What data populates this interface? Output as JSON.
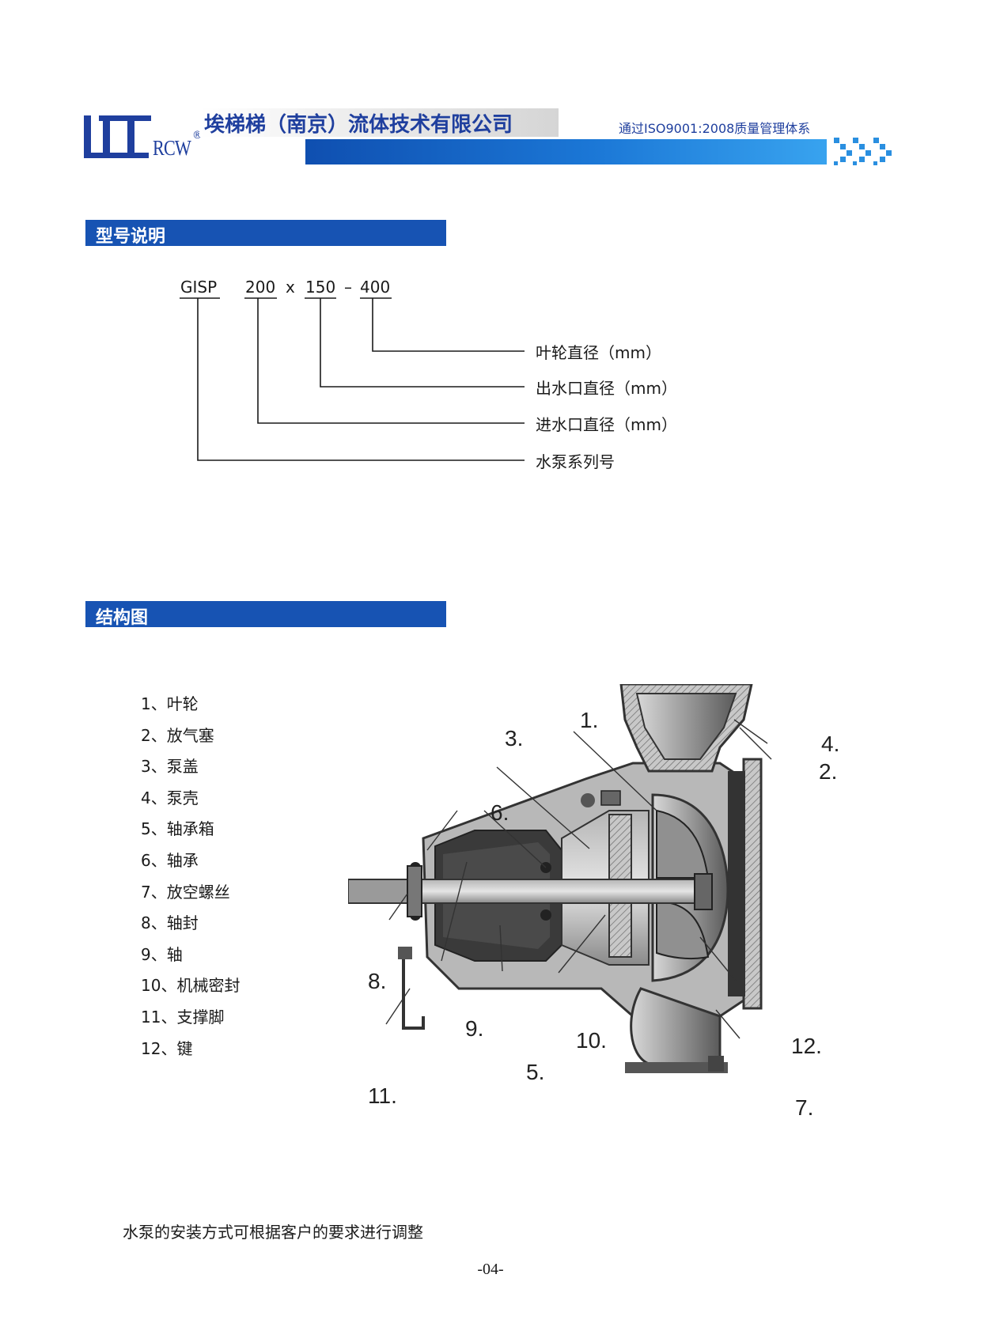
{
  "header": {
    "logo_text": "RCW",
    "logo_reg": "®",
    "company_name": "埃梯梯（南京）流体技术有限公司",
    "iso_text": "通过ISO9001:2008质量管理体系"
  },
  "model_section": {
    "title": "型号说明",
    "code": {
      "series": "GISP",
      "inlet": "200",
      "x": "x",
      "outlet": "150",
      "dash": "–",
      "impeller": "400"
    },
    "annotations": [
      "叶轮直径（mm）",
      "出水口直径（mm）",
      "进水口直径（mm）",
      "水泵系列号"
    ]
  },
  "structure_section": {
    "title": "结构图",
    "parts": [
      "1、叶轮",
      "2、放气塞",
      "3、泵盖",
      "4、泵壳",
      "5、轴承箱",
      "6、轴承",
      "7、放空螺丝",
      "8、轴封",
      "9、轴",
      "10、机械密封",
      "11、支撑脚",
      "12、键"
    ],
    "callouts": [
      "1.",
      "2.",
      "3.",
      "4.",
      "5.",
      "6.",
      "7.",
      "8.",
      "9.",
      "10.",
      "11.",
      "12."
    ]
  },
  "footnote": "水泵的安装方式可根据客户的要求进行调整",
  "page_number": "-04-",
  "colors": {
    "brand_blue": "#1f3f9e",
    "section_bar": "#1753b3"
  }
}
